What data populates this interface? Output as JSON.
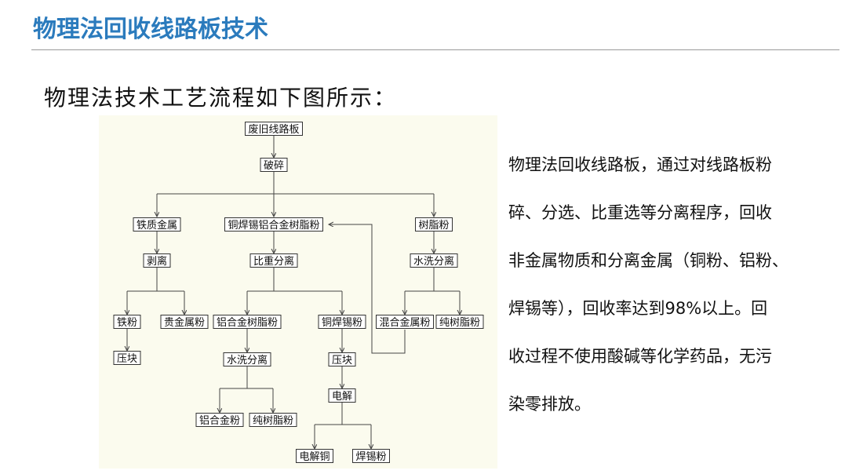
{
  "slide": {
    "title": "物理法回收线路板技术",
    "subtitle": "物理法技术工艺流程如下图所示："
  },
  "flowchart": {
    "nodes": {
      "waste_board": "废旧线路板",
      "crush": "破碎",
      "iron_metal": "铁质金属",
      "mixed_powder": "铜焊锡铝合金树脂粉",
      "resin_powder": "树脂粉",
      "strip": "剥离",
      "gravity": "比重分离",
      "wash_right": "水洗分离",
      "iron_powder": "铁粉",
      "precious_powder": "贵金属粉",
      "al_resin": "铝合金树脂粉",
      "cu_sn_powder": "铜焊锡粉",
      "mixed_metal": "混合金属粉",
      "pure_resin_right": "纯树脂粉",
      "press_left": "压块",
      "wash_mid": "水洗分离",
      "press_mid": "压块",
      "electrolysis": "电解",
      "al_powder": "铝合金粉",
      "pure_resin_mid": "纯树脂粉",
      "electro_cu": "电解铜",
      "solder_powder": "焊锡粉"
    }
  },
  "description": {
    "lines": [
      "物理法回收线路板，通过对线路板粉",
      "碎、分选、比重选等分离程序，回收",
      "非金属物质和分离金属（铜粉、铝粉、",
      "焊锡等），回收率达到98%以上。回",
      "收过程不使用酸碱等化学药品，无污",
      "染零排放。"
    ]
  }
}
